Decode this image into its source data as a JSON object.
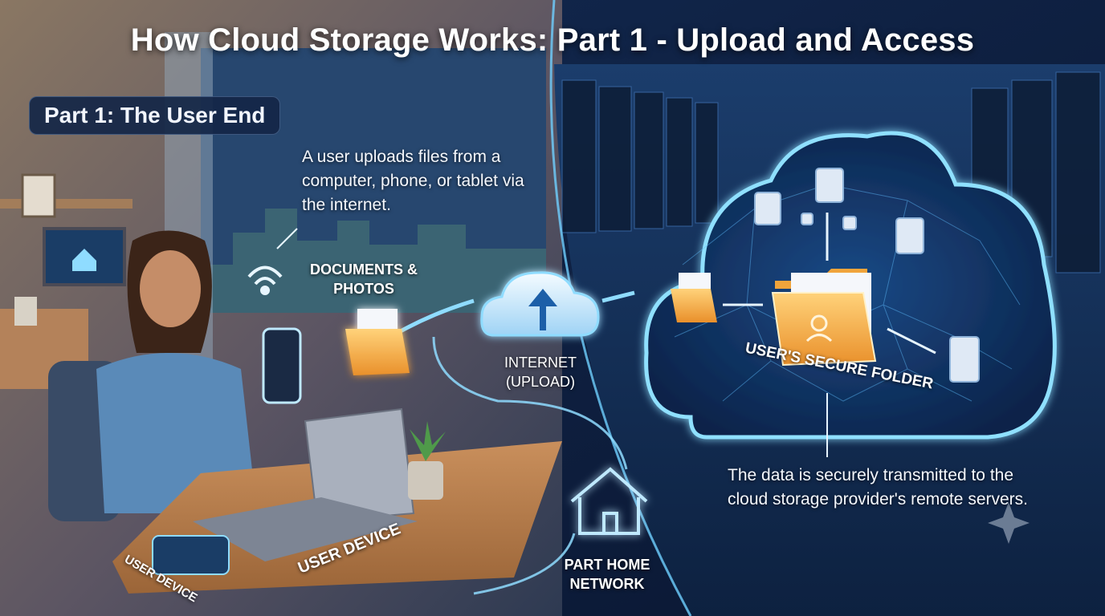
{
  "title": "How Cloud Storage Works: Part 1 - Upload and Access",
  "part_label": "Part 1: The User End",
  "descriptions": {
    "user_upload": "A user uploads files from a computer, phone, or tablet via the internet.",
    "server_transmit": "The data is securely transmitted to the cloud storage provider's remote servers."
  },
  "labels": {
    "documents_photos": "DOCUMENTS & PHOTOS",
    "internet_upload": "INTERNET (UPLOAD)",
    "home_network": "PART HOME NETWORK",
    "secure_folder": "USER'S SECURE FOLDER",
    "user_device_laptop": "USER DEVICE",
    "user_device_phone": "USER DEVICE"
  },
  "icons": [
    "wifi-icon",
    "folder-icon",
    "cloud-upload-icon",
    "house-icon",
    "laptop-icon",
    "smartphone-icon",
    "database-icon",
    "user-icon",
    "sparkle-icon"
  ],
  "colors": {
    "background_dark": "#0c1a33",
    "glow_blue": "#4fc3ff",
    "folder_orange": "#f3a93c",
    "room_warm": "#7a6a58"
  }
}
